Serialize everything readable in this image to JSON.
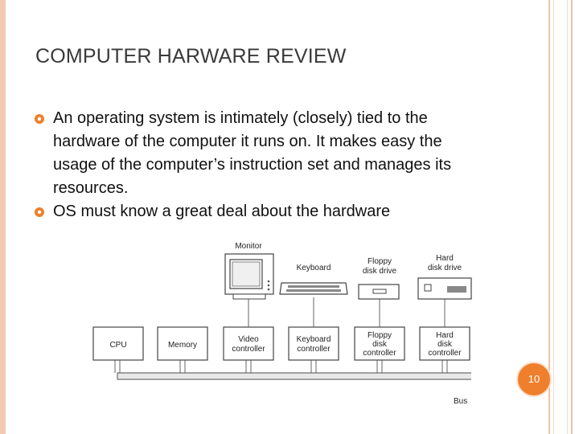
{
  "slide": {
    "title": "COMPUTER HARWARE REVIEW",
    "bullets": [
      "An operating system is intimately (closely) tied to the hardware of the computer it runs on. It makes easy the usage of the computer’s instruction set and manages its resources.",
      "OS must know a great deal about the hardware"
    ],
    "number": "10"
  },
  "diagram": {
    "devices": {
      "monitor": "Monitor",
      "keyboard": "Keyboard",
      "floppy": [
        "Floppy",
        "disk drive"
      ],
      "harddisk": [
        "Hard",
        "disk drive"
      ]
    },
    "controllers": {
      "cpu": "CPU",
      "memory": "Memory",
      "video": [
        "Video",
        "controller"
      ],
      "keyboard": [
        "Keyboard",
        "controller"
      ],
      "floppy": [
        "Floppy",
        "disk",
        "controller"
      ],
      "harddisk": [
        "Hard",
        "disk",
        "controller"
      ]
    },
    "bus_label": "Bus"
  },
  "colors": {
    "accent": "#ef7f2c",
    "frame": "#f4c9b3",
    "bullet_icon": "#ef7f2c"
  }
}
